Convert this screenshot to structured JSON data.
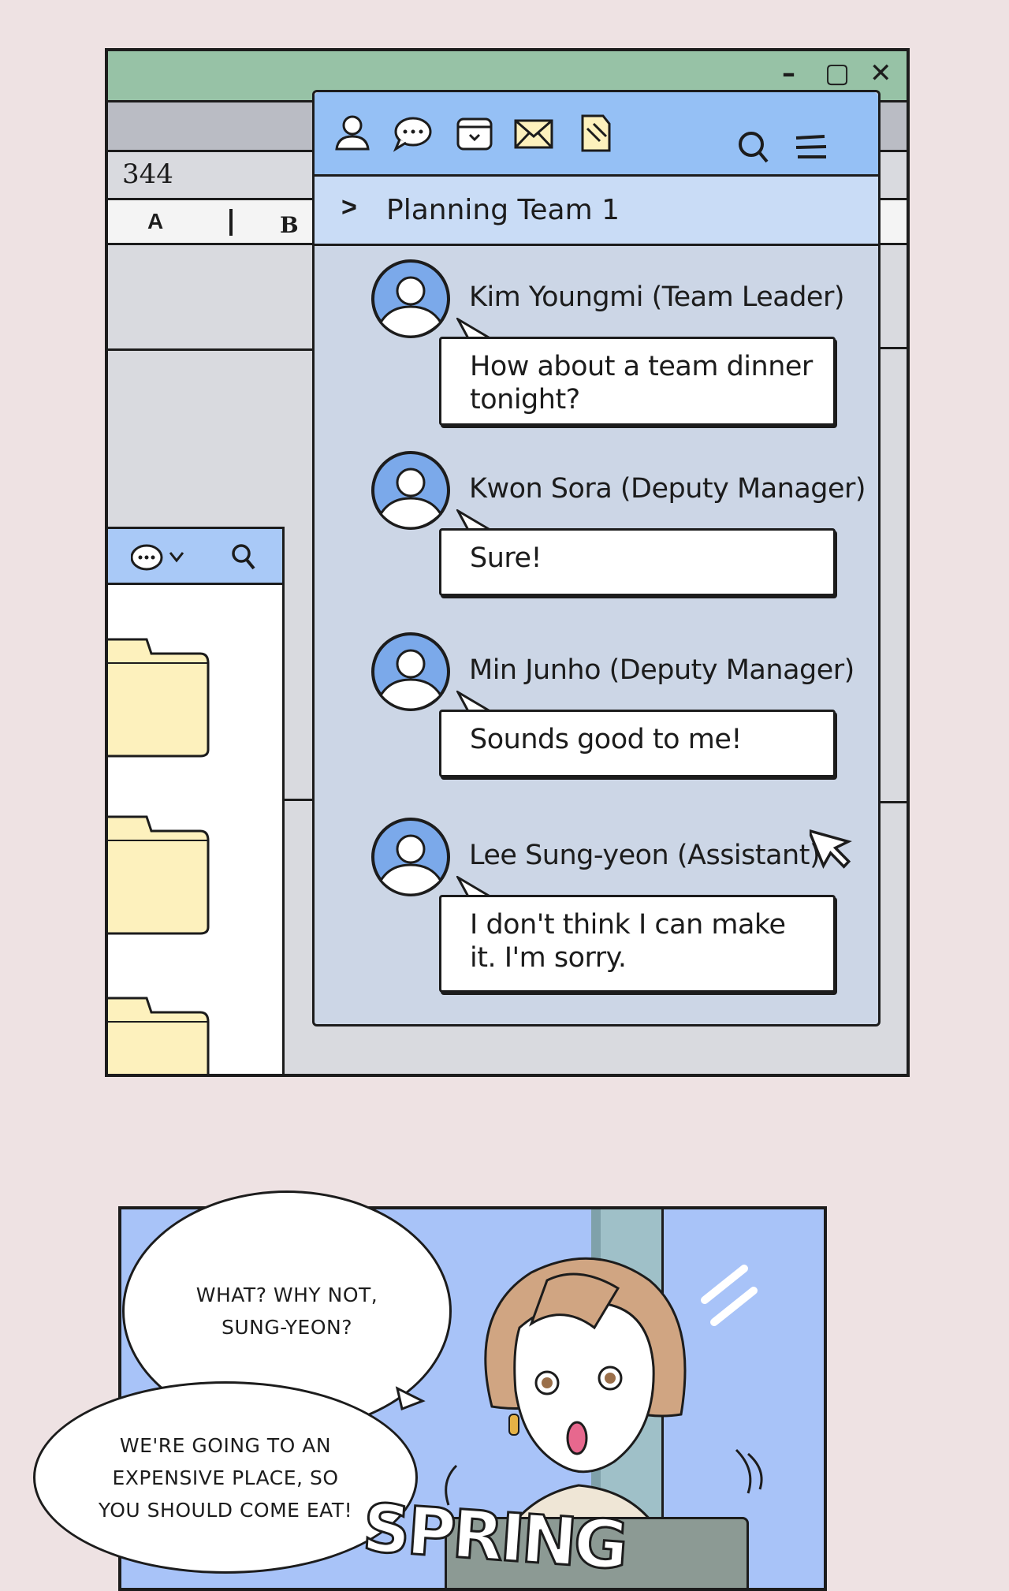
{
  "window_controls": {
    "minimize": "–",
    "maximize": "▢",
    "close": "✕"
  },
  "spreadsheet": {
    "cell_ref": "344",
    "column_a": "A",
    "column_b": "B"
  },
  "chat": {
    "toolbar_icons": [
      "person-icon",
      "chat-bubble-icon",
      "inbox-icon",
      "mail-icon",
      "note-icon",
      "search-icon",
      "menu-icon"
    ],
    "room_name": "Planning Team 1",
    "messages": [
      {
        "sender": "Kim Youngmi (Team Leader)",
        "text": "How about a team dinner tonight?"
      },
      {
        "sender": "Kwon Sora (Deputy Manager)",
        "text": "Sure!"
      },
      {
        "sender": "Min Junho (Deputy Manager)",
        "text": "Sounds good to me!"
      },
      {
        "sender": "Lee Sung-yeon (Assistant)",
        "text": "I don't think I can make it. I'm sorry."
      }
    ]
  },
  "comic": {
    "bubble1": "WHAT? WHY NOT, SUNG-YEON?",
    "bubble2": "WE'RE GOING TO AN EXPENSIVE PLACE, SO YOU SHOULD COME EAT!",
    "sfx": "SPRING"
  },
  "colors": {
    "background": "#eee2e3",
    "titlebar": "#97c2a6",
    "chat_toolbar": "#95c0f5",
    "chat_body": "#ccd6e6",
    "folder": "#fdf1bd",
    "panel2_bg": "#a8c3f8"
  }
}
